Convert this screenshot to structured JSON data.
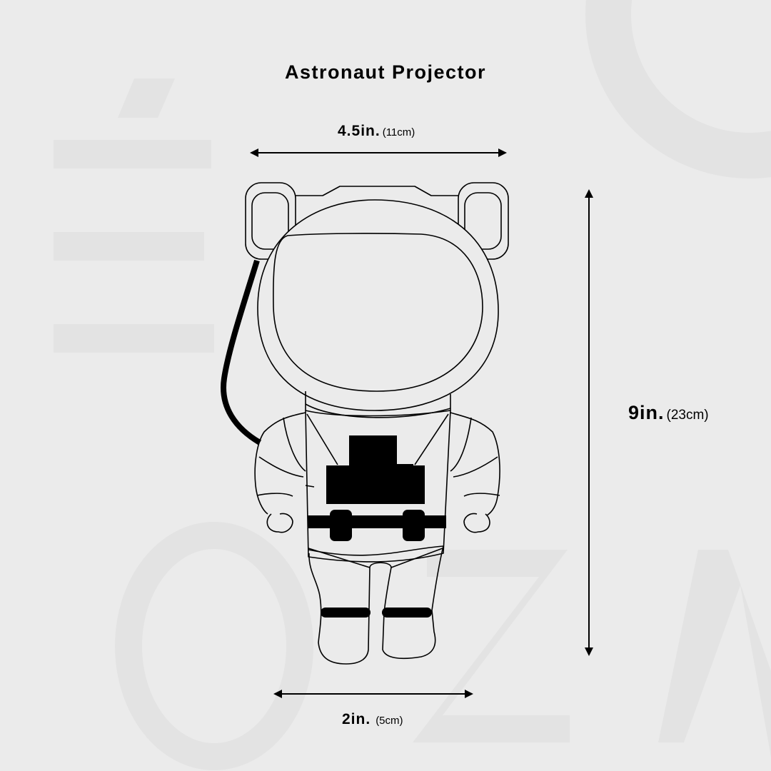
{
  "title": "Astronaut Projector",
  "dimensions": {
    "width_top": {
      "imperial": "4.5in.",
      "metric": "(11cm)"
    },
    "height": {
      "imperial": "9in.",
      "metric": "(23cm)"
    },
    "width_base": {
      "imperial": "2in.",
      "metric": "(5cm)"
    }
  },
  "colors": {
    "background": "#ebebeb",
    "watermark": "#e3e3e3",
    "ink": "#000000"
  }
}
